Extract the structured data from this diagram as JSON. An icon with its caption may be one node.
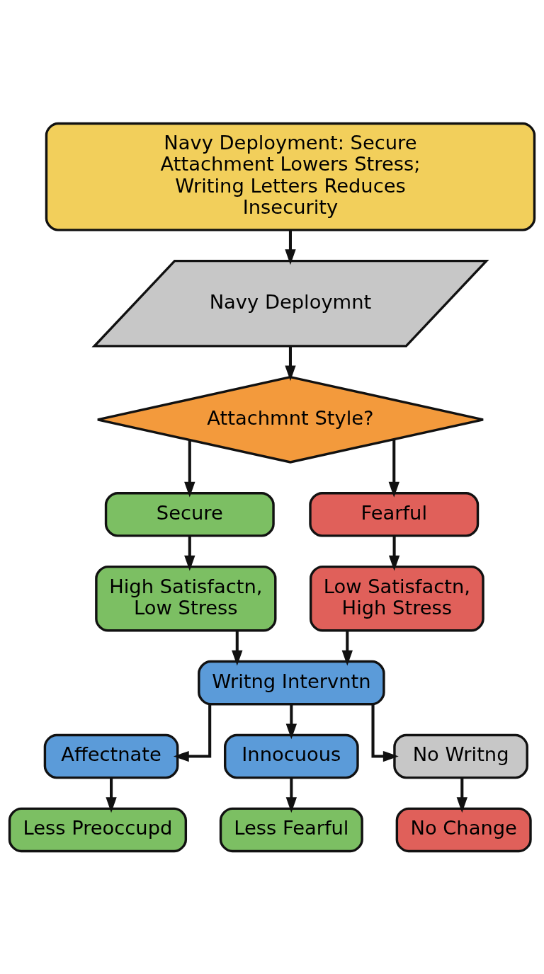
{
  "diagram": {
    "nodes": [
      {
        "text": [
          "Navy Deployment: Secure Attachment Lowers Stress; Writing Letters Reduces Insecurity"
        ]
      },
      {
        "text": [
          "Navy Deploymnt"
        ]
      },
      {
        "text": [
          "Attachmnt Style?"
        ]
      },
      {
        "text": [
          "Secure"
        ]
      },
      {
        "text": [
          "Fearful"
        ]
      },
      {
        "text": [
          "High Satisfactn, Low Stress"
        ]
      },
      {
        "text": [
          "Low Satisfactn, High Stress"
        ]
      },
      {
        "text": [
          "Writng Intervntn"
        ]
      },
      {
        "text": [
          "Affectnate"
        ]
      },
      {
        "text": [
          "Innocuous"
        ]
      },
      {
        "text": [
          "No Writng"
        ]
      },
      {
        "text": [
          "Less Preoccupd"
        ]
      },
      {
        "text": [
          "Less Fearful"
        ]
      },
      {
        "text": [
          "No Change"
        ]
      }
    ],
    "edges": [
      {
        "from": 0,
        "to": 1,
        "arrow": "to"
      },
      {
        "from": 1,
        "to": 2,
        "arrow": "to"
      },
      {
        "from": 2,
        "to": 3,
        "arrow": "to"
      },
      {
        "from": 2,
        "to": 4,
        "arrow": "to"
      },
      {
        "from": 3,
        "to": 5,
        "arrow": "to"
      },
      {
        "from": 4,
        "to": 6,
        "arrow": "to"
      },
      {
        "from": 5,
        "to": 7,
        "arrow": "to"
      },
      {
        "from": 6,
        "to": 7,
        "arrow": "to"
      },
      {
        "from": 7,
        "to": 8,
        "arrow": "to"
      },
      {
        "from": 7,
        "to": 9,
        "arrow": "to"
      },
      {
        "from": 7,
        "to": 10,
        "arrow": "to"
      },
      {
        "from": 8,
        "to": 11,
        "arrow": "to"
      },
      {
        "from": 9,
        "to": 12,
        "arrow": "to"
      },
      {
        "from": 10,
        "to": 13,
        "arrow": "to"
      }
    ]
  }
}
